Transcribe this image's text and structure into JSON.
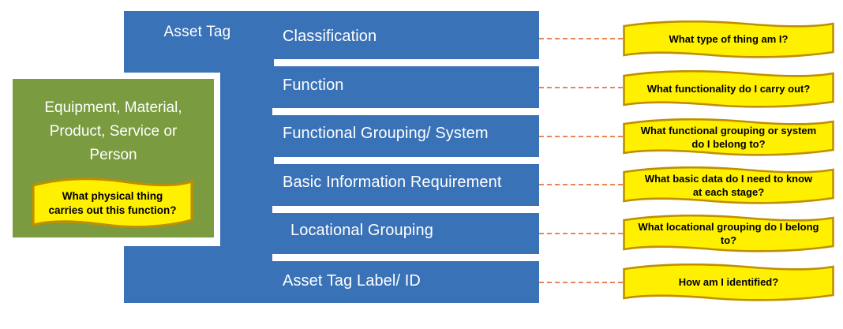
{
  "diagram": {
    "title": "Asset Tag",
    "physical_thing": {
      "label": "Equipment, Material,\nProduct, Service or\nPerson",
      "question": "What physical thing\ncarries out this function?"
    },
    "rows": [
      {
        "label": "Classification",
        "question": "What type of thing am I?"
      },
      {
        "label": "Function",
        "question": "What functionality do I carry out?"
      },
      {
        "label": "Functional Grouping/ System",
        "question": "What functional grouping or system\ndo I belong to?"
      },
      {
        "label": "Basic Information Requirement",
        "question": "What  basic data do I need to know\nat each stage?"
      },
      {
        "label": "Locational Grouping",
        "question": "What locational grouping do I belong\nto?"
      },
      {
        "label": "Asset Tag Label/ ID",
        "question": "How am I identified?"
      }
    ],
    "colors": {
      "blue": "#3A72B8",
      "green": "#7B9B40",
      "yellow": "#FFF000",
      "yellow_border": "#BF8F00",
      "connector": "#E8835A",
      "white": "#FFFFFF"
    }
  }
}
